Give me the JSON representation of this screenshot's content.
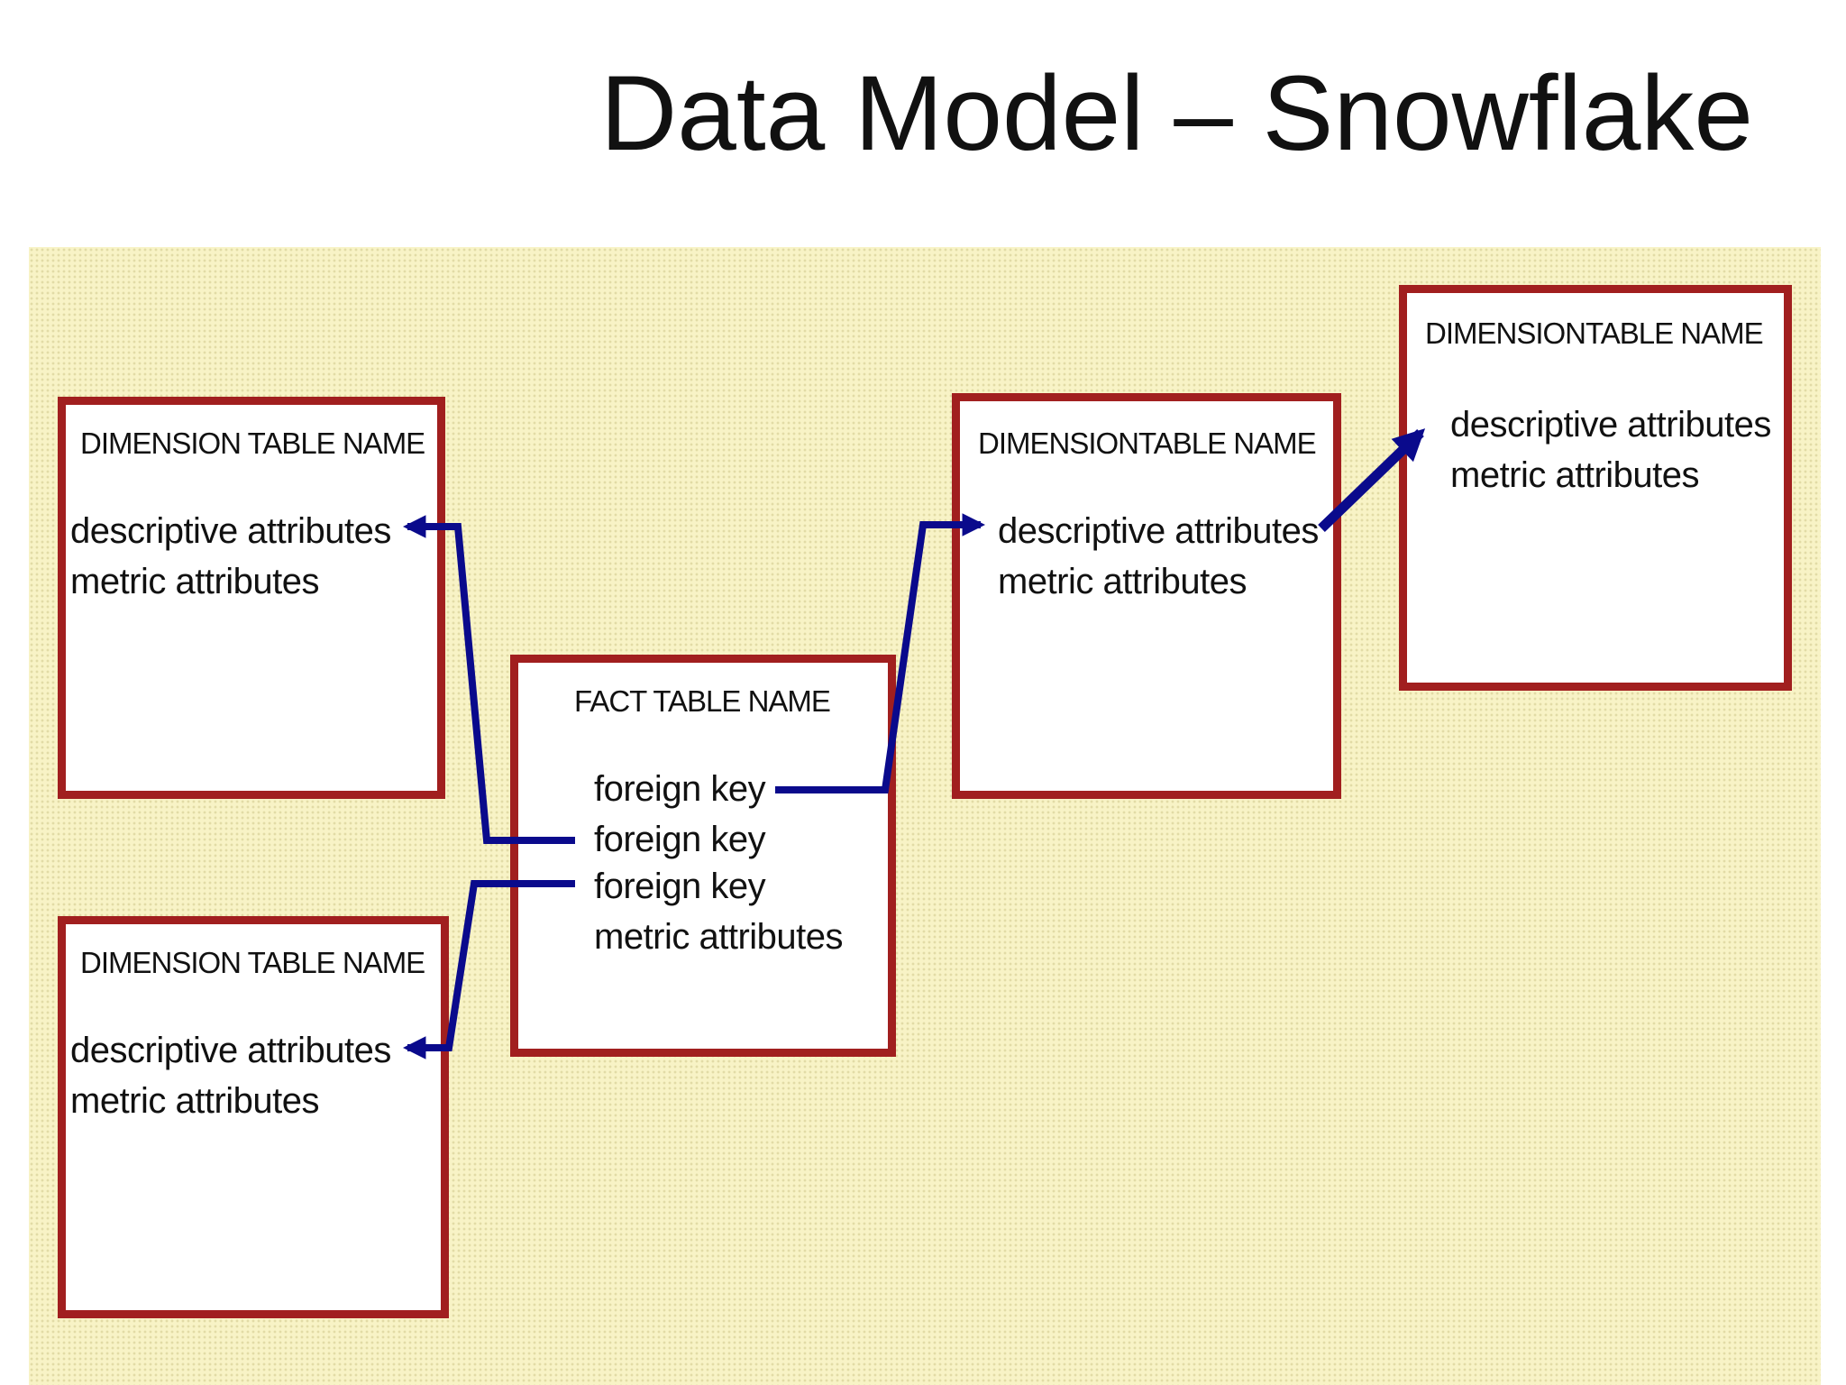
{
  "slide": {
    "title": "Data Model – Snowflake"
  },
  "colors": {
    "panel_background": "#f8f3c6",
    "box_border": "#a11f1f",
    "box_fill": "#ffffff",
    "connector": "#0a0a8c"
  },
  "diagram": {
    "fact_table": {
      "title": "FACT TABLE NAME",
      "lines": [
        "foreign key",
        "foreign key",
        "foreign key",
        "metric attributes"
      ]
    },
    "dimension_top_left": {
      "title": "DIMENSION TABLE NAME",
      "lines": [
        "descriptive attributes",
        "metric attributes"
      ]
    },
    "dimension_bottom_left": {
      "title": "DIMENSION TABLE NAME",
      "lines": [
        "descriptive attributes",
        "metric attributes"
      ]
    },
    "dimension_middle_right": {
      "title": "DIMENSIONTABLE NAME",
      "lines": [
        "descriptive attributes",
        "metric attributes"
      ]
    },
    "dimension_far_right": {
      "title": "DIMENSIONTABLE NAME",
      "lines": [
        "descriptive attributes",
        "metric attributes"
      ]
    },
    "relationships": [
      {
        "from": "fact_table.foreign_key_1",
        "to": "dimension_middle_right.descriptive_attributes"
      },
      {
        "from": "fact_table.foreign_key_2",
        "to": "dimension_top_left.descriptive_attributes"
      },
      {
        "from": "fact_table.foreign_key_3",
        "to": "dimension_bottom_left.descriptive_attributes"
      },
      {
        "from": "dimension_middle_right.descriptive_attributes",
        "to": "dimension_far_right.descriptive_attributes"
      }
    ]
  }
}
